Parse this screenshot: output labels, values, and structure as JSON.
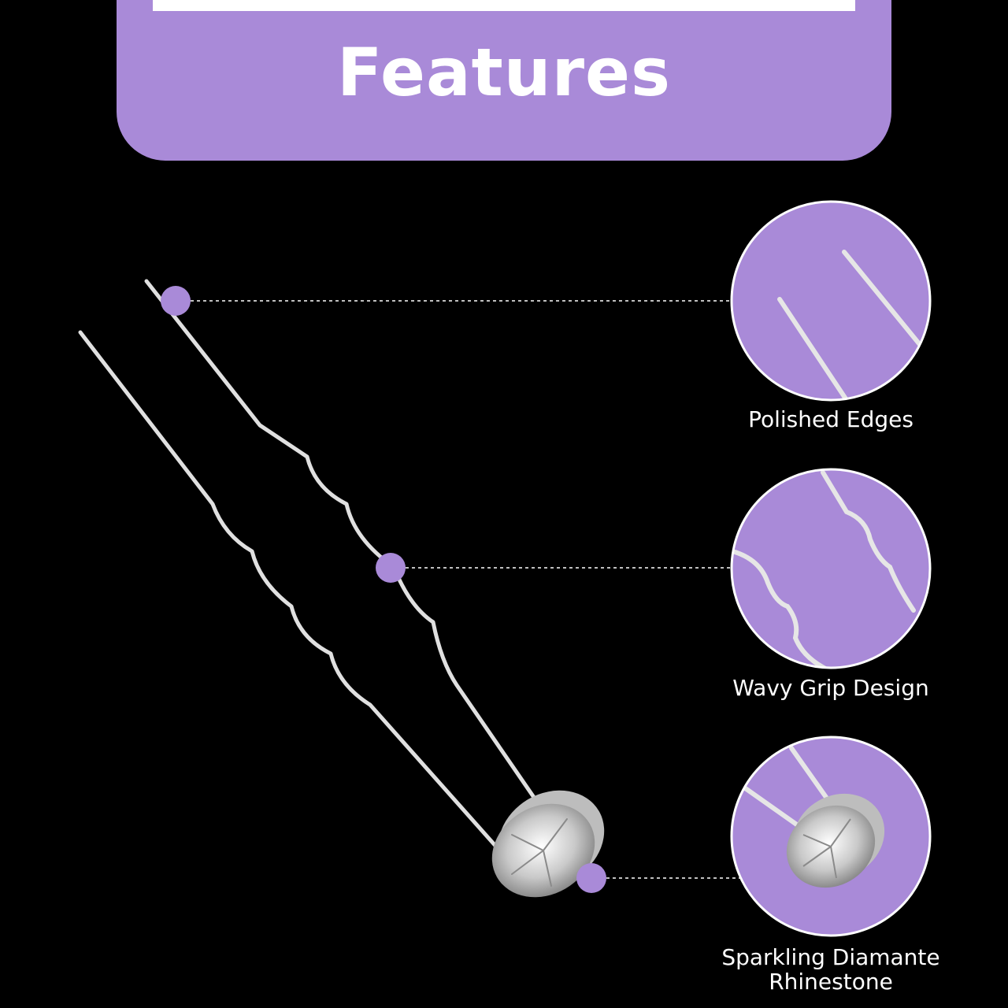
{
  "colors": {
    "accent": "#a98ad8",
    "background": "#000000",
    "text": "#ffffff",
    "metal": "#d9d9d9"
  },
  "header": {
    "title": "Features"
  },
  "features": [
    {
      "label": "Polished Edges",
      "icon": "polished-edges-closeup"
    },
    {
      "label": "Wavy Grip Design",
      "icon": "wavy-grip-closeup"
    },
    {
      "label": "Sparkling Diamante Rhinestone",
      "icon": "rhinestone-closeup"
    }
  ],
  "product": {
    "icon": "hair-pin-with-rhinestone"
  }
}
